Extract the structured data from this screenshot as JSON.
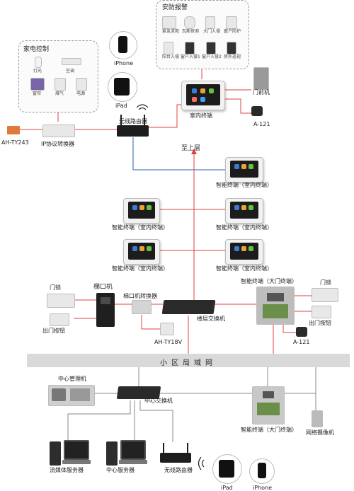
{
  "security": {
    "title": "安防报警",
    "items": [
      "紧急求救",
      "瓦斯探测",
      "大门入侵",
      "窗户防护",
      "阳台入侵",
      "窗户入侵1",
      "窗户入侵2",
      "房外巡视"
    ]
  },
  "appliance": {
    "title": "家电控制",
    "items": [
      "灯光",
      "空调",
      "窗帘",
      "煤气",
      "电源"
    ]
  },
  "labels": {
    "iphone_top": "iPhone",
    "ipad_top": "iPad",
    "door_unit": "门前机",
    "indoor_unit": "室内终端",
    "a121_top": "A-121",
    "ah_ty243": "AH-TY243",
    "ip_converter": "IP协议转换器",
    "wireless_router_top": "无线路由器",
    "to_upper": "至上层",
    "smart_term_1": "智能终端（室内终端）",
    "smart_term_2": "智能终端（室内终端）",
    "smart_term_3": "智能终端（室内终端）",
    "smart_term_4": "智能终端（室内终端）",
    "smart_term_5": "智能终端（室内终端）",
    "lock_left": "门锁",
    "exit_btn_left": "出门按钮",
    "stair_unit": "梯口机",
    "stair_converter": "梯口机转换器",
    "ah_ty18v": "AH-TY18V",
    "floor_switch": "楼层交换机",
    "gate_term_top": "智能终端（大门终端）",
    "lock_right": "门锁",
    "exit_btn_right": "出门按钮",
    "a121_right": "A-121",
    "lan": "小区局域网",
    "center_mgr": "中心管理机",
    "center_switch": "中心交换机",
    "gate_term_bottom": "智能终端（大门终端）",
    "net_camera": "网络摄像机",
    "media_server": "流媒体服务器",
    "center_server": "中心服务器",
    "wireless_router_bottom": "无线路由器",
    "ipad_bottom": "iPad",
    "iphone_bottom": "iPhone"
  },
  "colors": {
    "link_red": "#e0403c",
    "link_blue": "#2e5fae",
    "link_gray": "#888888",
    "lan_bar": "#d9d9d9"
  }
}
